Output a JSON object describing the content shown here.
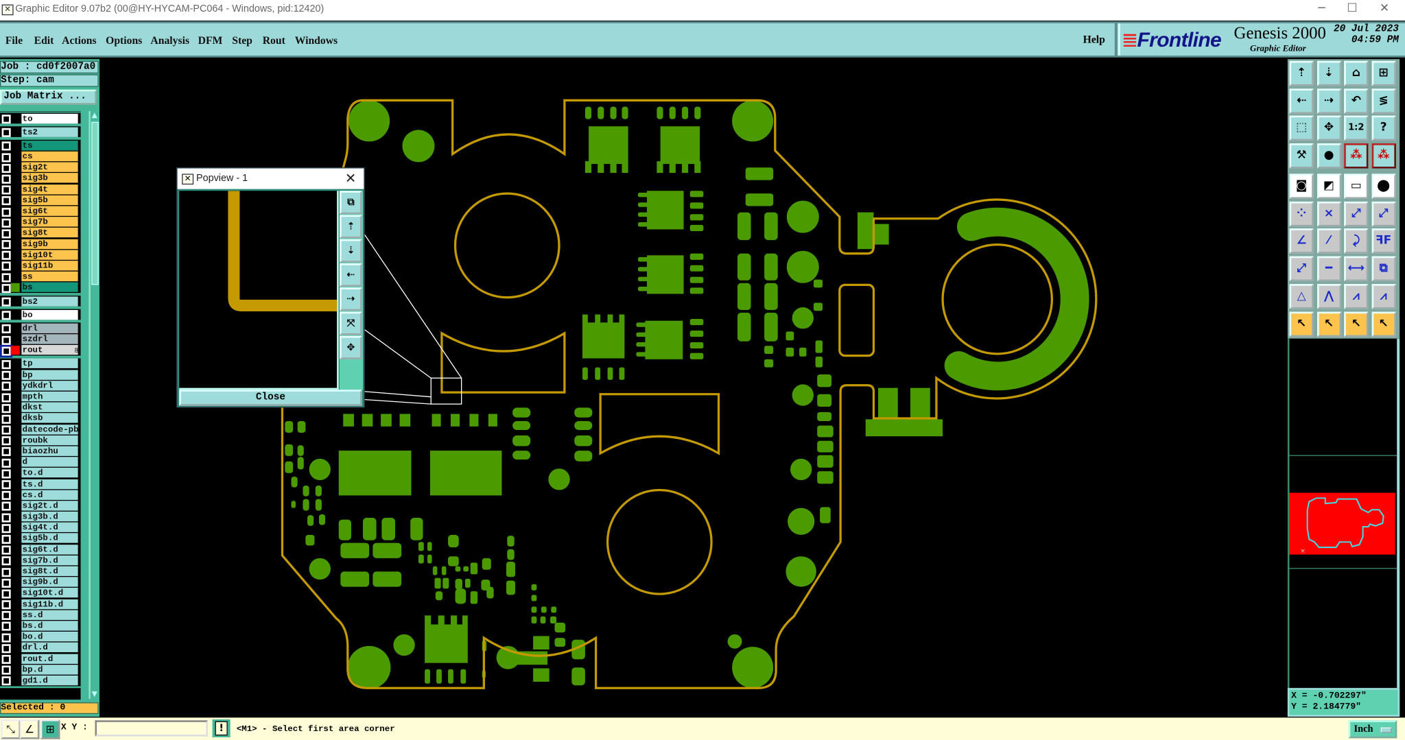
{
  "window": {
    "title": "Graphic Editor 9.07b2 (00@HY-HYCAM-PC064 - Windows, pid:12420)"
  },
  "menu": {
    "items": [
      "File",
      "Edit",
      "Actions",
      "Options",
      "Analysis",
      "DFM",
      "Step",
      "Rout",
      "Windows"
    ],
    "help": "Help"
  },
  "logo": {
    "brand": "Frontline",
    "product": "Genesis 2000",
    "subtitle": "Graphic Editor",
    "date": "20 Jul 2023",
    "time": "04:59 PM"
  },
  "job": {
    "job_label": "Job : cd0f2007a0",
    "step_label": "Step: cam",
    "matrix_button": "Job Matrix ..."
  },
  "layer_groups": [
    [
      {
        "name": "to",
        "type": "white"
      }
    ],
    [
      {
        "name": "ts2",
        "type": "cyan"
      }
    ],
    [
      {
        "name": "ts",
        "type": "teal"
      },
      {
        "name": "cs",
        "type": "orange"
      },
      {
        "name": "sig2t",
        "type": "orange"
      },
      {
        "name": "sig3b",
        "type": "orange"
      },
      {
        "name": "sig4t",
        "type": "orange"
      },
      {
        "name": "sig5b",
        "type": "orange"
      },
      {
        "name": "sig6t",
        "type": "orange"
      },
      {
        "name": "sig7b",
        "type": "orange"
      },
      {
        "name": "sig8t",
        "type": "orange"
      },
      {
        "name": "sig9b",
        "type": "orange"
      },
      {
        "name": "sig10t",
        "type": "orange"
      },
      {
        "name": "sig11b",
        "type": "orange"
      },
      {
        "name": "ss",
        "type": "orange"
      },
      {
        "name": "bs",
        "type": "teal",
        "swatch": "#4a9a00"
      }
    ],
    [
      {
        "name": "bs2",
        "type": "cyan"
      }
    ],
    [
      {
        "name": "bo",
        "type": "white"
      }
    ],
    [
      {
        "name": "drl",
        "type": "grey"
      },
      {
        "name": "szdrl",
        "type": "grey"
      },
      {
        "name": "rout",
        "type": "light",
        "swatch": "#ff0000",
        "active": true
      }
    ],
    [
      {
        "name": "tp",
        "type": "cyan"
      },
      {
        "name": "bp",
        "type": "cyan"
      },
      {
        "name": "ydkdrl",
        "type": "cyan"
      },
      {
        "name": "mpth",
        "type": "cyan"
      },
      {
        "name": "dkst",
        "type": "cyan"
      },
      {
        "name": "dksb",
        "type": "cyan"
      },
      {
        "name": "datecode-pb",
        "type": "cyan"
      },
      {
        "name": "roubk",
        "type": "cyan"
      },
      {
        "name": "biaozhu",
        "type": "cyan"
      },
      {
        "name": "d",
        "type": "cyan"
      },
      {
        "name": "to.d",
        "type": "cyan"
      },
      {
        "name": "ts.d",
        "type": "cyan"
      },
      {
        "name": "cs.d",
        "type": "cyan"
      },
      {
        "name": "sig2t.d",
        "type": "cyan"
      },
      {
        "name": "sig3b.d",
        "type": "cyan"
      },
      {
        "name": "sig4t.d",
        "type": "cyan"
      },
      {
        "name": "sig5b.d",
        "type": "cyan"
      },
      {
        "name": "sig6t.d",
        "type": "cyan"
      },
      {
        "name": "sig7b.d",
        "type": "cyan"
      },
      {
        "name": "sig8t.d",
        "type": "cyan"
      },
      {
        "name": "sig9b.d",
        "type": "cyan"
      },
      {
        "name": "sig10t.d",
        "type": "cyan"
      },
      {
        "name": "sig11b.d",
        "type": "cyan"
      },
      {
        "name": "ss.d",
        "type": "cyan"
      },
      {
        "name": "bs.d",
        "type": "cyan"
      },
      {
        "name": "bo.d",
        "type": "cyan"
      },
      {
        "name": "drl.d",
        "type": "cyan"
      },
      {
        "name": "rout.d",
        "type": "cyan"
      },
      {
        "name": "bp.d",
        "type": "cyan"
      },
      {
        "name": "gd1.d",
        "type": "cyan"
      }
    ]
  ],
  "selected": "Selected : 0",
  "status": {
    "xy_label": "X Y :",
    "xy_value": "",
    "prompt": "<M1> - Select first area corner"
  },
  "coords": {
    "x": "X = -0.702297\"",
    "y": "Y = 2.184779\""
  },
  "units": "Inch",
  "popview": {
    "title": "Popview - 1",
    "close": "Close"
  },
  "toolbar": {
    "scale_label": "1:2",
    "help_label": "?",
    "icons": [
      "layer-up-icon",
      "layer-down-icon",
      "home-icon",
      "grid-xy-icon",
      "pan-left-icon",
      "pan-right-icon",
      "undo-zoom-icon",
      "snap-icon",
      "zoom-fit-icon",
      "zoom-center-icon",
      "scale-icon",
      "help-icon",
      "tools-icon",
      "pad-snap-icon",
      "netlist-icon",
      "netlist-2-icon",
      "select-feature-icon",
      "select-window-icon",
      "ruler-icon",
      "pad-circle-icon",
      "add-pads-icon",
      "cut-line-icon",
      "move-endpoint-icon",
      "move-endpoint-2-icon",
      "line-angle-icon",
      "line-slope-icon",
      "rotate-icon",
      "mirror-icon",
      "move-pad-icon",
      "line-short-icon",
      "spacing-icon",
      "shapes-icon",
      "triangle-add-icon",
      "arc-add-icon",
      "arc-add-2-icon",
      "arc-add-3-icon",
      "pointer-icon",
      "pointer-box-icon",
      "pointer-poly-icon",
      "pointer-net-icon"
    ]
  },
  "colors": {
    "board_outline": "#c49a00",
    "copper": "#4a9a00",
    "menu_bg": "#9ed9da",
    "layer_white": "#ffffff",
    "layer_cyan": "#9edcdc",
    "layer_teal": "#14967a",
    "layer_orange": "#fcc44c",
    "layer_grey": "#a2b6bc",
    "layer_light": "#d8d8d8"
  }
}
